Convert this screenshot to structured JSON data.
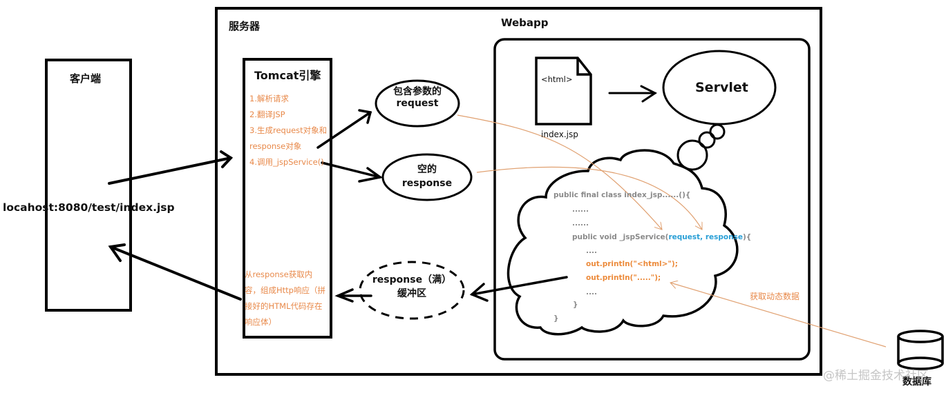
{
  "client": {
    "title": "客户端",
    "url": "locahost:8080/test/index.jsp"
  },
  "server": {
    "title": "服务器"
  },
  "tomcat": {
    "title": "Tomcat引擎",
    "steps": [
      "1.解析请求",
      "2.翻译JSP",
      "3.生成request对象和",
      "response对象",
      "4.调用_jspService()"
    ],
    "response_note": [
      "从response获取内",
      "容，组成Http响应（拼",
      "接好的HTML代码存在",
      "响应体）"
    ]
  },
  "request_bubble": {
    "line1": "包含参数的",
    "line2": "request"
  },
  "response_bubble": {
    "line1": "空的",
    "line2": "response"
  },
  "buffer_bubble": {
    "line1": "response（满）",
    "line2": "缓冲区"
  },
  "webapp": {
    "title": "Webapp",
    "file_content": "<html>",
    "file_name": "index.jsp",
    "servlet": "Servlet"
  },
  "code": {
    "class_decl": "public final class index_jsp......(){",
    "dots1": "......",
    "dots2": "......",
    "method_prefix": "public void _jspService(",
    "param_request": "request",
    "comma": ", ",
    "param_response": "response",
    "method_suffix": "){",
    "inner_dots1": "....",
    "println1": "out.println(\"<html>\");",
    "println2": "out.println(\".....\");",
    "inner_dots2": "....",
    "close_inner": "}",
    "close_outer": "}"
  },
  "dynamic_data_label": "获取动态数据",
  "database": {
    "label": "数据库"
  },
  "watermark": "@稀土掘金技术社区",
  "colors": {
    "annotation": "#e8894a",
    "param": "#2a9fd6",
    "code": "#8a8a8a",
    "stroke": "#000000"
  }
}
